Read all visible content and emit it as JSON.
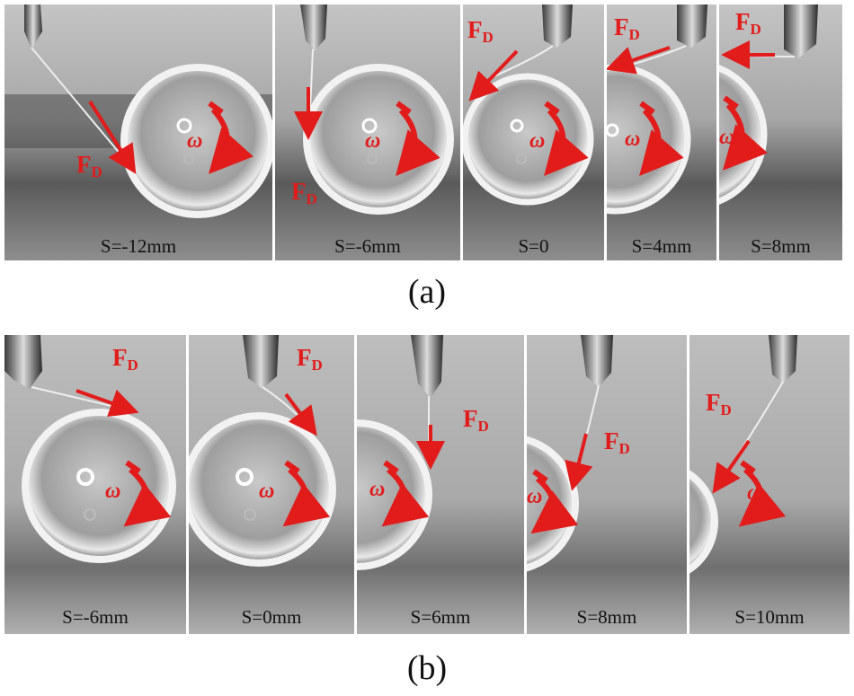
{
  "labels": {
    "force": "F",
    "force_sub": "D",
    "omega": "ω"
  },
  "row_a": {
    "label": "(a)",
    "panels": [
      "S=-12mm",
      "S=-6mm",
      "S=0",
      "S=4mm",
      "S=8mm"
    ]
  },
  "row_b": {
    "label": "(b)",
    "panels": [
      "S=-6mm",
      "S=0mm",
      "S=6mm",
      "S=8mm",
      "S=10mm"
    ]
  },
  "colors": {
    "arrow": "#e21b1b",
    "background_gray": "#9a9a9a"
  }
}
